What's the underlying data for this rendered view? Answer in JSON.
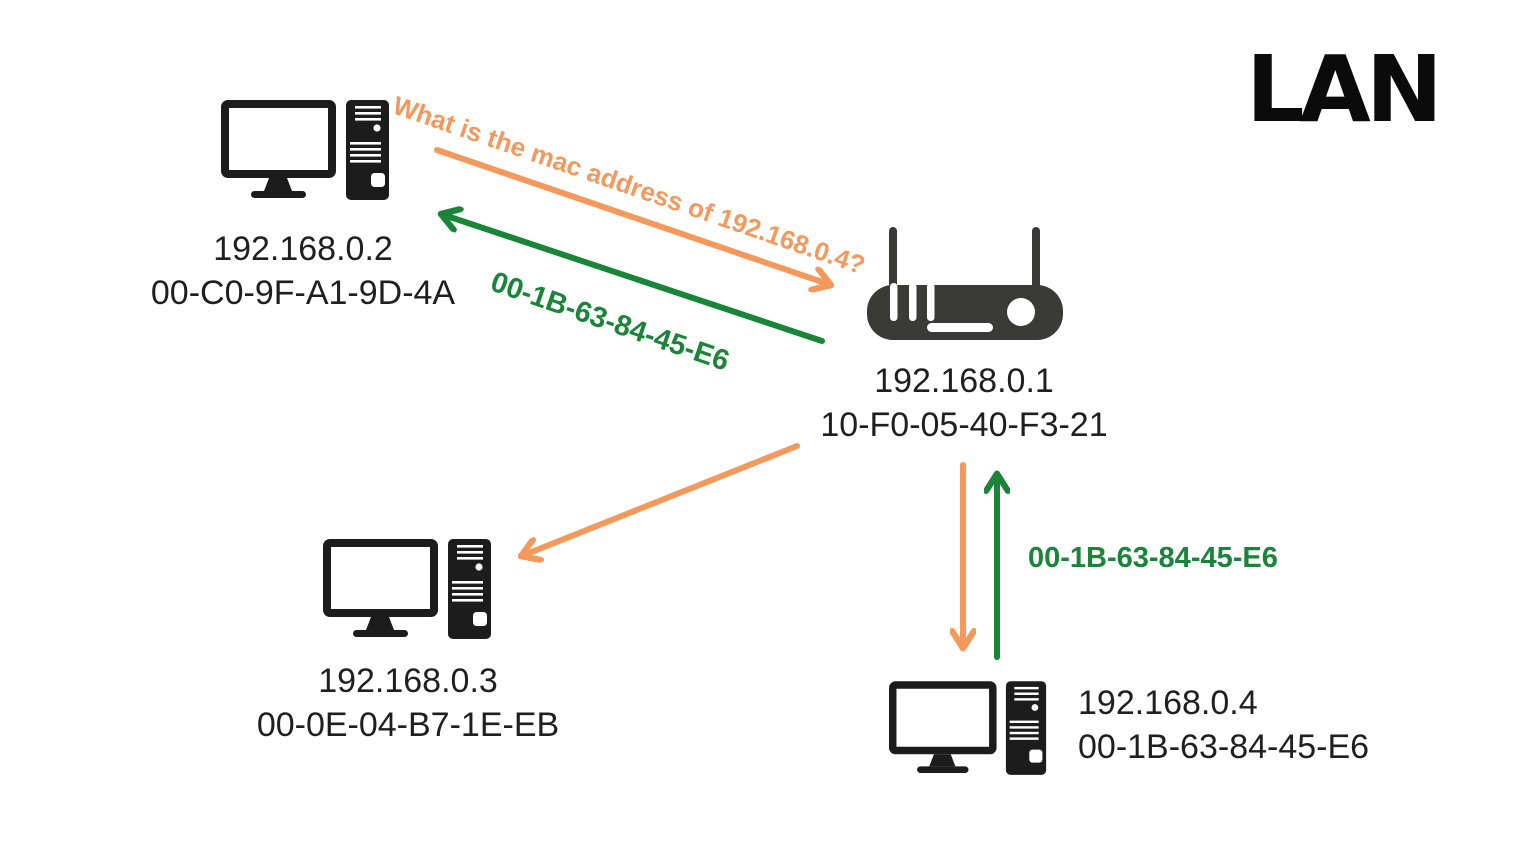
{
  "title": "LAN",
  "colors": {
    "accent_orange": "#F5985C",
    "accent_green": "#1A8539",
    "device_black": "#1C1C1C",
    "router_gray": "#3A3A38",
    "label_text": "#1F1F1F",
    "background": "#FFFFFF"
  },
  "nodes": {
    "pc_top_left": {
      "ip": "192.168.0.2",
      "mac": "00-C0-9F-A1-9D-4A"
    },
    "router": {
      "ip": "192.168.0.1",
      "mac": "10-F0-05-40-F3-21"
    },
    "pc_bottom_left": {
      "ip": "192.168.0.3",
      "mac": "00-0E-04-B7-1E-EB"
    },
    "pc_bottom_right": {
      "ip": "192.168.0.4",
      "mac": "00-1B-63-84-45-E6"
    }
  },
  "messages": {
    "arp_request": "What is the mac address of 192.168.0.4?",
    "arp_reply_to_requester": "00-1B-63-84-45-E6",
    "arp_reply_from_target": "00-1B-63-84-45-E6"
  },
  "icons": {
    "computer": "desktop-computer-icon",
    "router": "wireless-router-icon"
  }
}
